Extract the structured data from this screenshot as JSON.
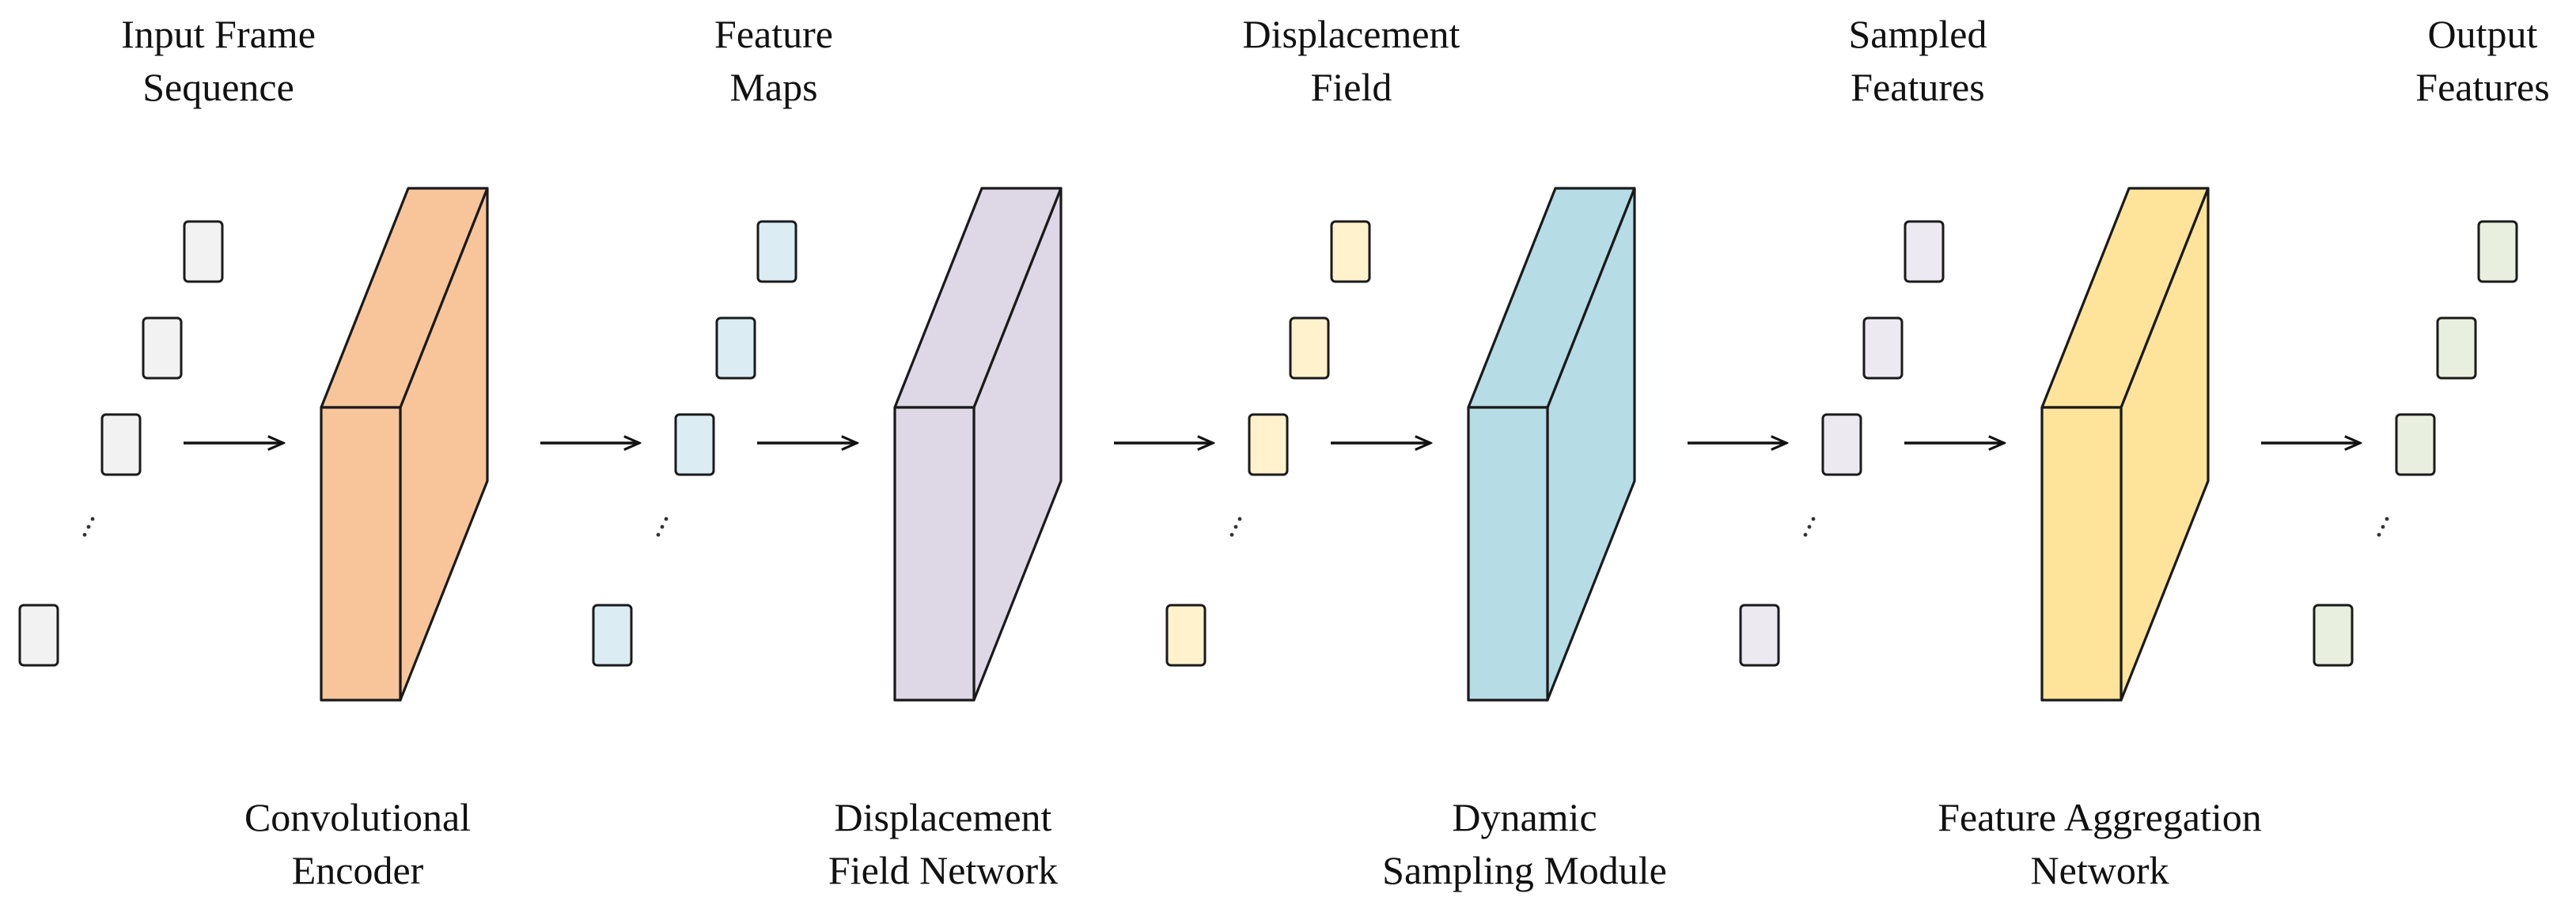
{
  "stages": [
    {
      "id": "input-frame-sequence",
      "label_lines": [
        "Input Frame",
        "Sequence"
      ],
      "color": "#f2f2f2"
    },
    {
      "id": "feature-maps",
      "label_lines": [
        "Feature",
        "Maps"
      ],
      "color": "#dbedf3"
    },
    {
      "id": "displacement-field",
      "label_lines": [
        "Displacement",
        "Field"
      ],
      "color": "#fff2cc"
    },
    {
      "id": "sampled-features",
      "label_lines": [
        "Sampled",
        "Features"
      ],
      "color": "#ece9f1"
    },
    {
      "id": "output-features",
      "label_lines": [
        "Output",
        "Features"
      ],
      "color": "#e9efdf"
    }
  ],
  "modules": [
    {
      "id": "convolutional-encoder",
      "label_lines": [
        "Convolutional",
        "Encoder"
      ],
      "color": "#f8c59b"
    },
    {
      "id": "displacement-field-network",
      "label_lines": [
        "Displacement",
        "Field Network"
      ],
      "color": "#ddd7e6"
    },
    {
      "id": "dynamic-sampling-module",
      "label_lines": [
        "Dynamic",
        "Sampling Module"
      ],
      "color": "#b6dce6"
    },
    {
      "id": "feature-aggregation-network",
      "label_lines": [
        "Feature Aggregation",
        "Network"
      ],
      "color": "#fde49a"
    }
  ],
  "colors": {
    "stroke": "#1a1a1a",
    "text": "#111111"
  }
}
